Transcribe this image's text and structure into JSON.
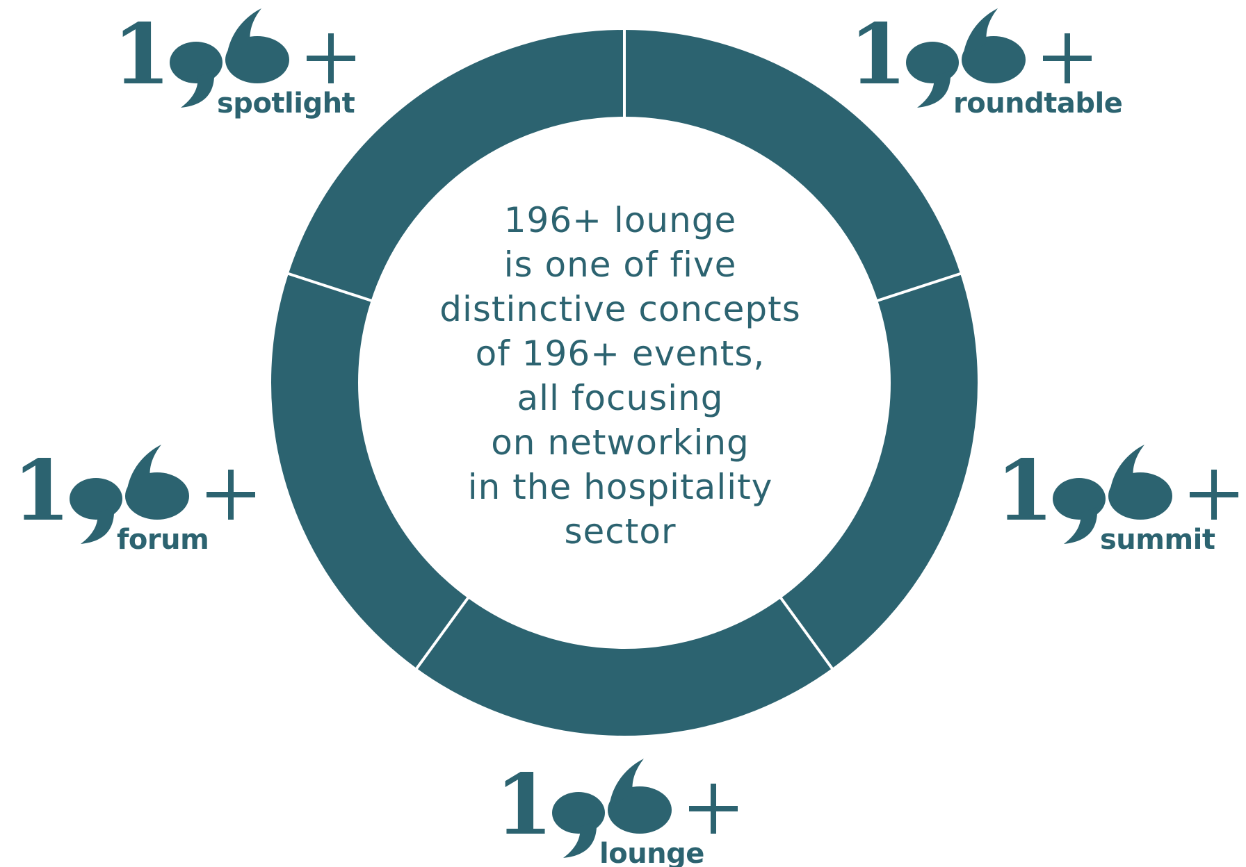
{
  "colors": {
    "brand": "#2c6370",
    "divider": "#ffffff",
    "background": "#ffffff"
  },
  "ring": {
    "segments": 5
  },
  "center_text": [
    "196+ lounge",
    "is one of five",
    "distinctive concepts",
    "of 196+ events,",
    "all focusing",
    "on networking",
    "in the hospitality",
    "sector"
  ],
  "logos": [
    {
      "id": "spotlight",
      "number": "196",
      "plus": "+",
      "word": "spotlight"
    },
    {
      "id": "roundtable",
      "number": "196",
      "plus": "+",
      "word": "roundtable"
    },
    {
      "id": "forum",
      "number": "196",
      "plus": "+",
      "word": "forum"
    },
    {
      "id": "summit",
      "number": "196",
      "plus": "+",
      "word": "summit"
    },
    {
      "id": "lounge",
      "number": "196",
      "plus": "+",
      "word": "lounge"
    }
  ]
}
